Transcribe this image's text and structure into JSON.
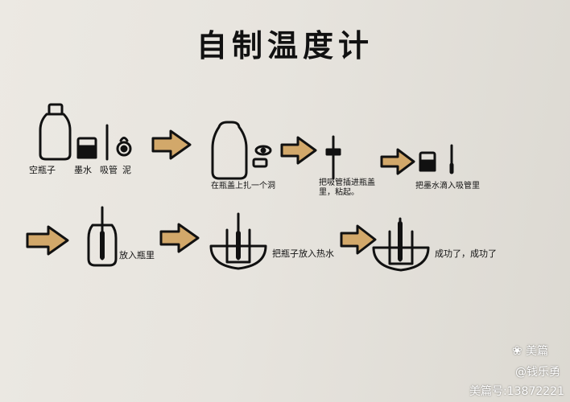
{
  "title": "自制温度计",
  "labels": {
    "empty_bottle": "空瓶子",
    "ink": "墨水",
    "straw": "吸管",
    "clay": "泥",
    "poke_hole": "在瓶盖上扎一个洞",
    "insert_straw": "把吸管插进瓶盖里，粘起。",
    "drop_ink": "把墨水滴入吸管里",
    "into_bottle": "放入瓶里",
    "into_hot_water": "把瓶子放入热水",
    "done": "成功了，成功了"
  },
  "watermark": {
    "brand": "美篇",
    "author": "@钱乐勇",
    "id": "美篇号:13872221"
  },
  "colors": {
    "arrow_fill": "#d2a86a",
    "ink": "#111111"
  }
}
